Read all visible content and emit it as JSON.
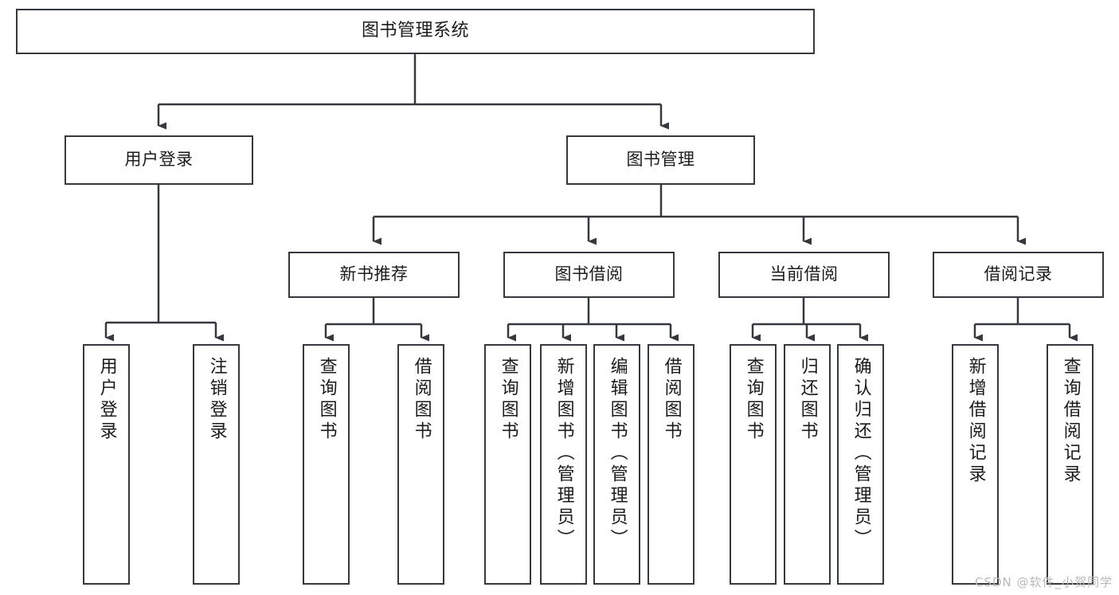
{
  "diagram": {
    "title": "图书管理系统",
    "type": "tree-hierarchy",
    "watermark": "CSDN @软件_小贺同学",
    "colors": {
      "border": "#35383d",
      "background": "#ffffff",
      "text": "#1b1b1b",
      "edge": "#35383d",
      "watermark": "#b9b9b9"
    },
    "root": {
      "label": "图书管理系统"
    },
    "level2": [
      {
        "label": "用户登录"
      },
      {
        "label": "图书管理"
      }
    ],
    "level3": [
      {
        "label": "新书推荐"
      },
      {
        "label": "图书借阅"
      },
      {
        "label": "当前借阅"
      },
      {
        "label": "借阅记录"
      }
    ],
    "leaves": {
      "user_login": [
        {
          "label": "用户登录"
        },
        {
          "label": "注销登录"
        }
      ],
      "new_book": [
        {
          "label": "查询图书"
        },
        {
          "label": "借阅图书"
        }
      ],
      "book_borrow": [
        {
          "label": "查询图书"
        },
        {
          "label": "新增图书（管理员）"
        },
        {
          "label": "编辑图书（管理员）"
        },
        {
          "label": "借阅图书"
        }
      ],
      "current_borrow": [
        {
          "label": "查询图书"
        },
        {
          "label": "归还图书"
        },
        {
          "label": "确认归还（管理员）"
        }
      ],
      "borrow_record": [
        {
          "label": "新增借阅记录"
        },
        {
          "label": "查询借阅记录"
        }
      ]
    }
  }
}
